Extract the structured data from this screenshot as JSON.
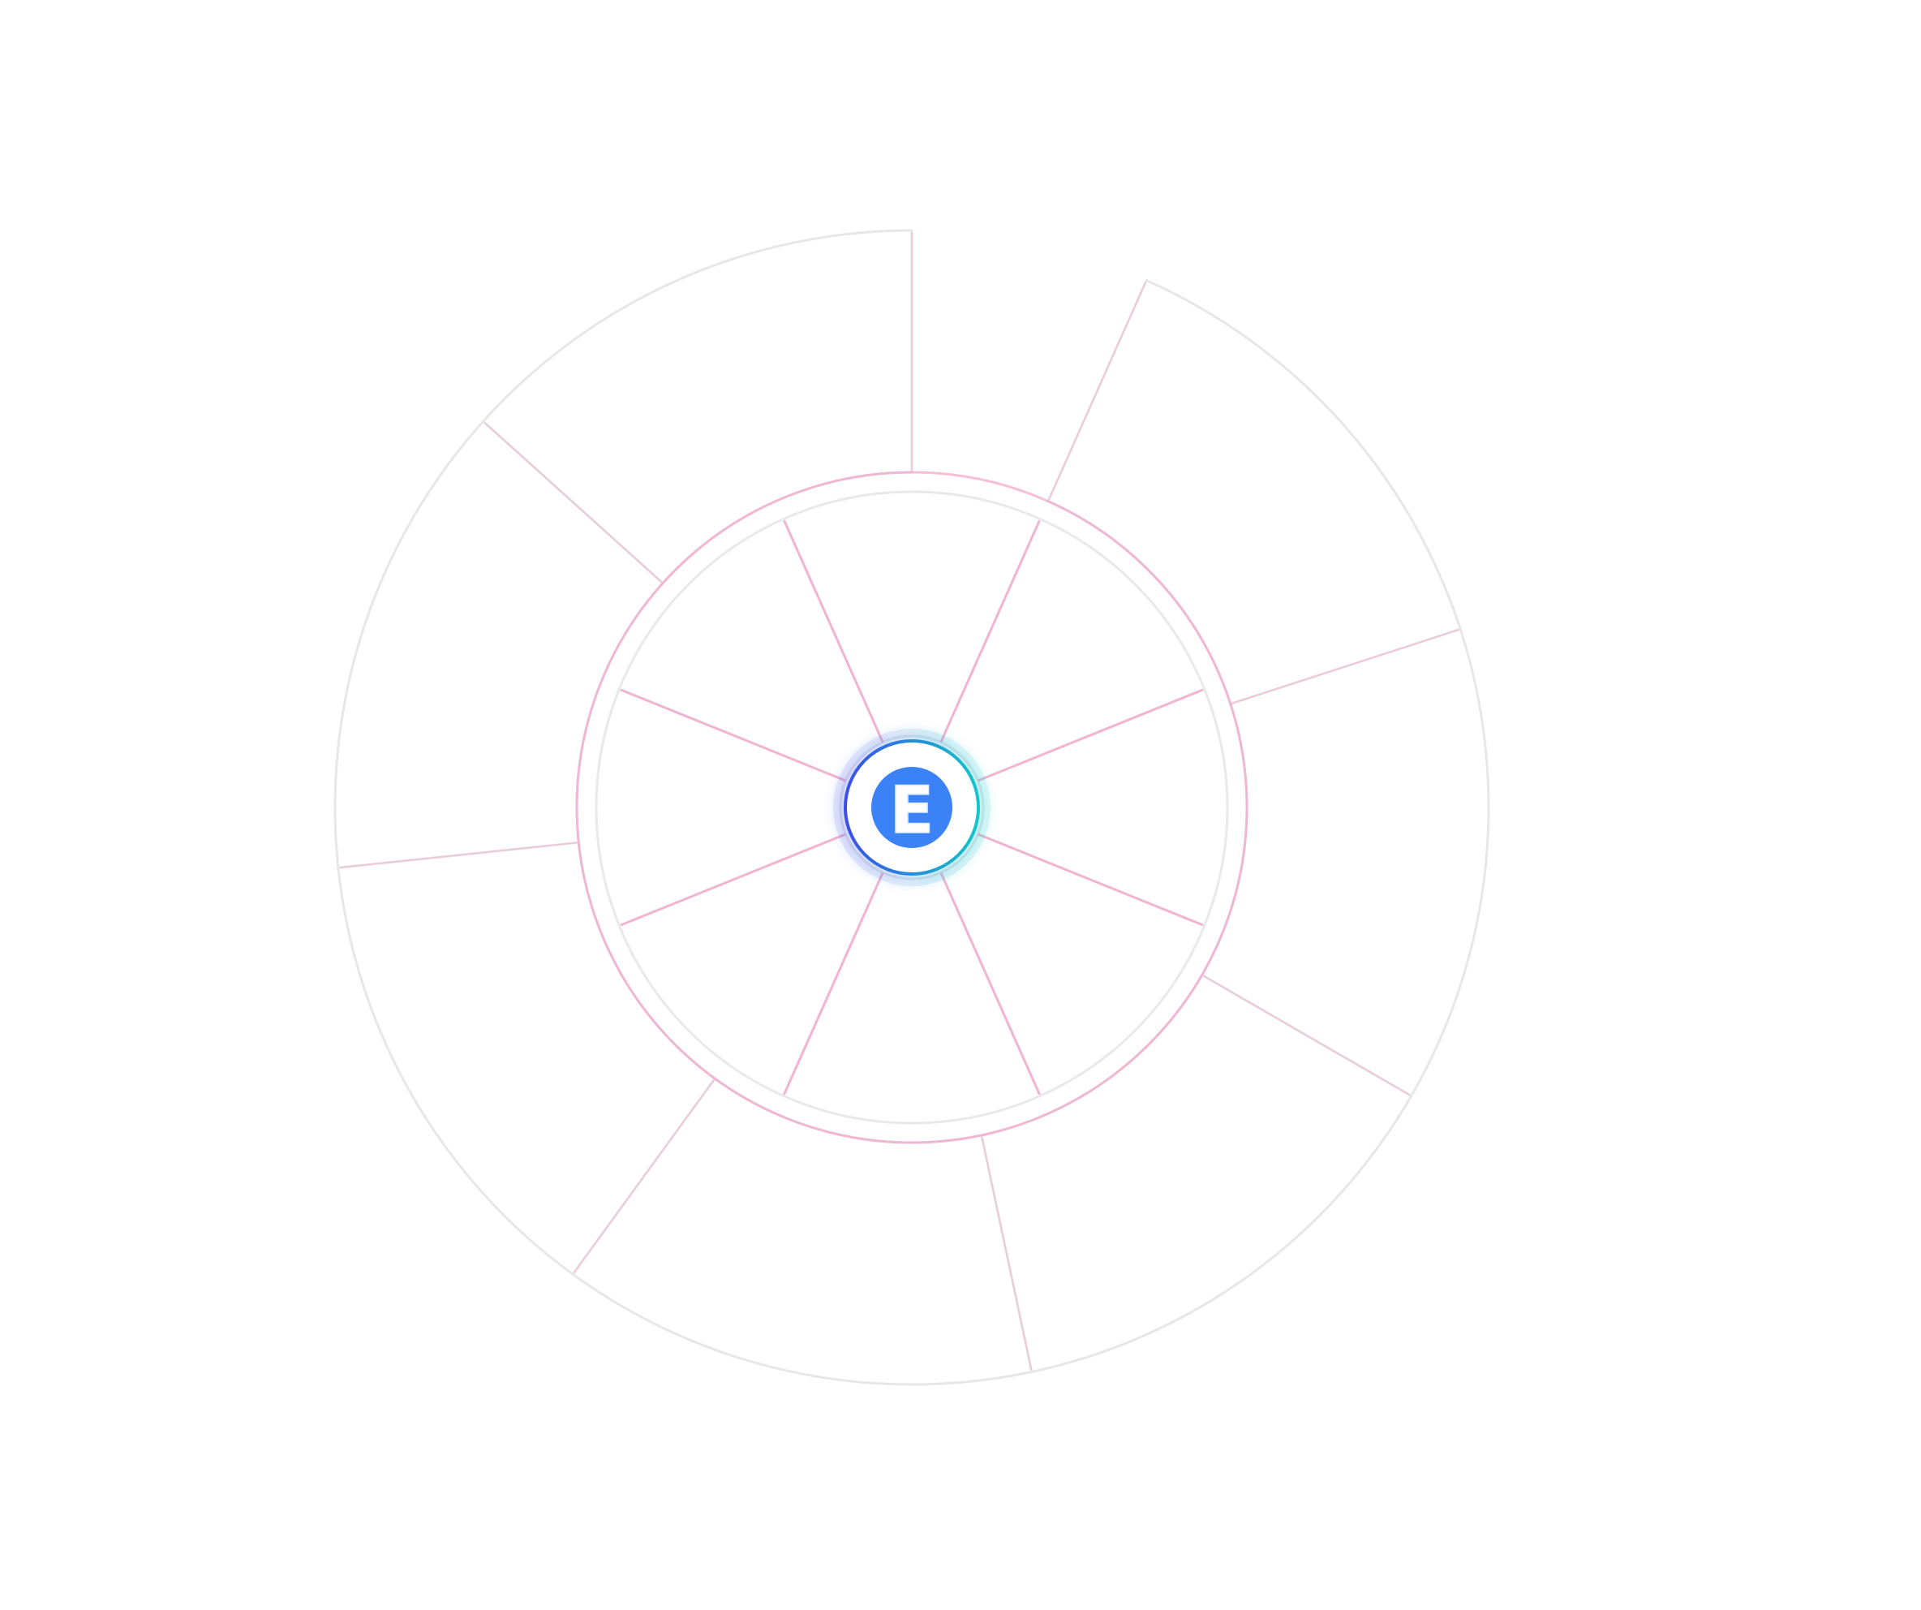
{
  "center_button": {
    "label": "E",
    "icon": "letter-e-badge-icon"
  },
  "colors": {
    "outer_ring_stroke": "#e7e7ea",
    "inner_ring_stroke": "#e9e9ec",
    "accent_pink": "#f4a3c7",
    "badge_blue": "#3b82f6",
    "ring_gradient_start": "#3b4ee8",
    "ring_gradient_end": "#13c6c9",
    "background": "#ffffff"
  },
  "outer_ring": {
    "segments": 8,
    "visible_segments": 7,
    "gap": "top",
    "labels": []
  },
  "inner_ring": {
    "segments": 8,
    "labels": []
  }
}
